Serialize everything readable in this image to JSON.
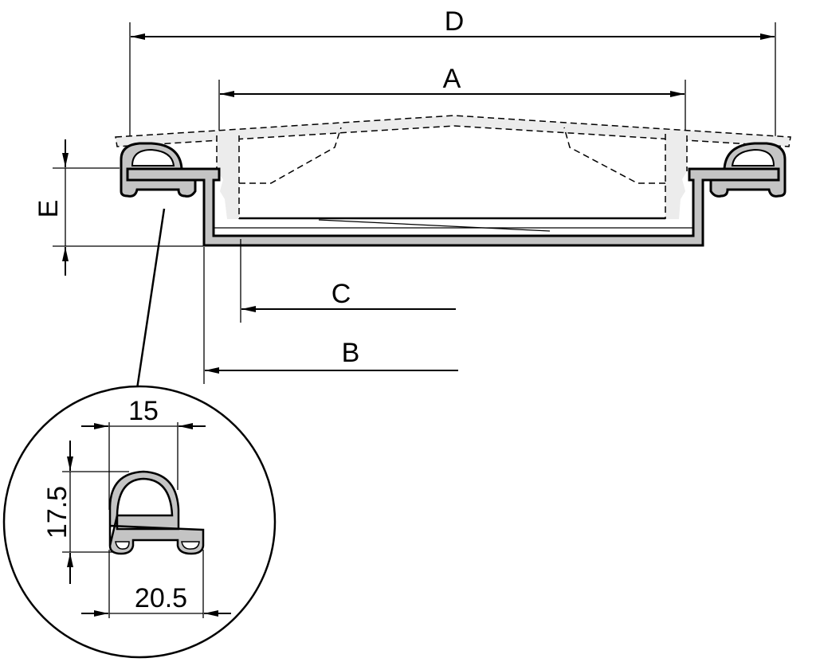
{
  "title": "Hatch frame cross-section with seal profile detail",
  "dimensions": {
    "d": "D",
    "a": "A",
    "e": "E",
    "c": "C",
    "b": "B"
  },
  "detail": {
    "width_top": "15",
    "height": "17.5",
    "width_bottom": "20.5"
  },
  "colors": {
    "profile_fill": "#c4c4c4",
    "lid_fill": "#ececec",
    "line": "#000000"
  }
}
